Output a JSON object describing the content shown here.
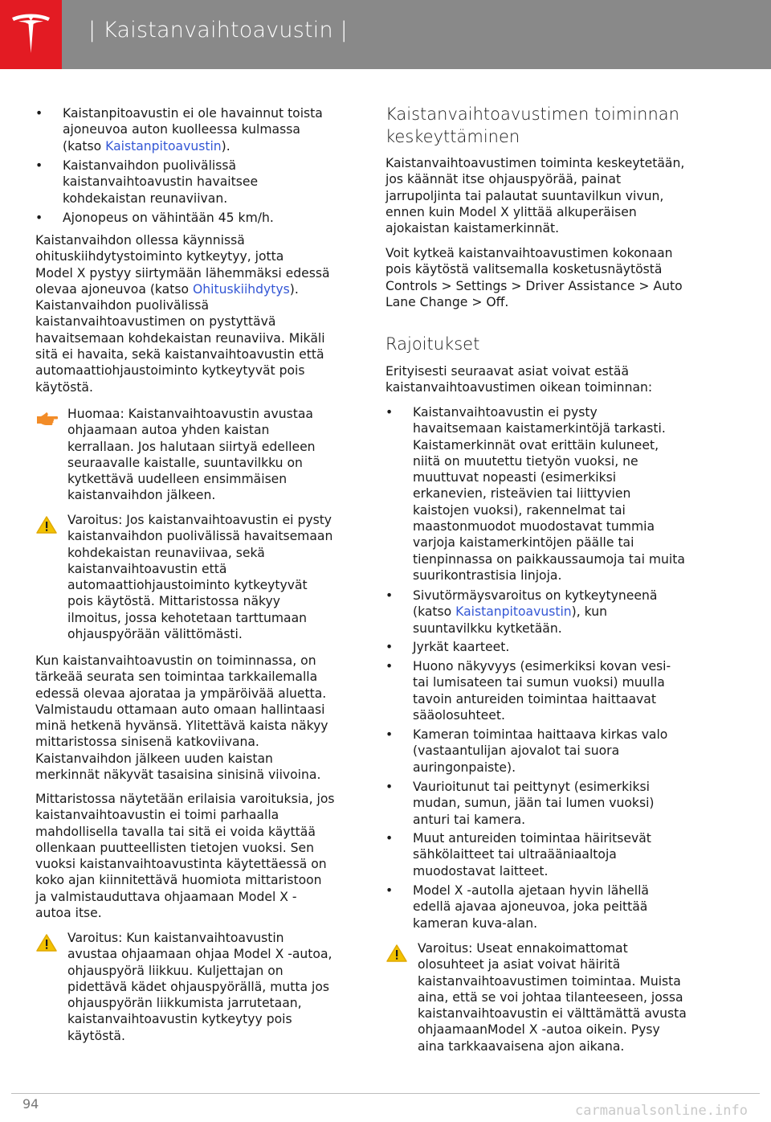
{
  "header": {
    "title": "| Kaistanvaihtoavustin |"
  },
  "left": {
    "bullets": [
      [
        "Kaistanpitoavustin ei ole havainnut toista",
        "ajoneuvoa auton kuolleessa kulmassa"
      ],
      [
        "Kaistanvaihdon puolivälissä",
        "kaistanvaihtoavustin havaitsee",
        "kohdekaistan reunaviivan."
      ],
      [
        "Ajonopeus on vähintään 45 km/h."
      ]
    ],
    "bullet1_line3_pre": "(katso ",
    "bullet1_line3_link": "Kaistanpitoavustin",
    "bullet1_line3_post": ").",
    "para1": [
      "Kaistanvaihdon ollessa käynnissä",
      "ohituskiihdytystoiminto kytkeytyy, jotta",
      "Model X pystyy siirtymään lähemmäksi edessä"
    ],
    "para1_line4_pre": "olevaa ajoneuvoa (katso ",
    "para1_line4_link": "Ohituskiihdytys",
    "para1_line4_post": ").",
    "para1_rest": [
      "Kaistanvaihdon puolivälissä",
      "kaistanvaihtoavustimen on pystyttävä",
      "havaitsemaan kohdekaistan reunaviiva. Mikäli",
      "sitä ei havaita, sekä kaistanvaihtoavustin että",
      "automaattiohjaustoiminto kytkeytyvät pois",
      "käytöstä."
    ],
    "note1": [
      "Huomaa: Kaistanvaihtoavustin avustaa",
      "ohjaamaan autoa yhden kaistan",
      "kerrallaan. Jos halutaan siirtyä edelleen",
      "seuraavalle kaistalle, suuntavilkku on",
      "kytkettävä uudelleen ensimmäisen",
      "kaistanvaihdon jälkeen."
    ],
    "warn1": [
      "Varoitus: Jos kaistanvaihtoavustin ei pysty",
      "kaistanvaihdon puolivälissä havaitsemaan",
      "kohdekaistan reunaviivaa, sekä",
      "kaistanvaihtoavustin että",
      "automaattiohjaustoiminto kytkeytyvät",
      "pois käytöstä. Mittaristossa näkyy",
      "ilmoitus, jossa kehotetaan tarttumaan",
      "ohjauspyörään välittömästi."
    ],
    "para2": [
      "Kun kaistanvaihtoavustin on toiminnassa, on",
      "tärkeää seurata sen toimintaa tarkkailemalla",
      "edessä olevaa ajorataa ja ympäröivää aluetta.",
      "Valmistaudu ottamaan auto omaan hallintaasi",
      "minä hetkenä hyvänsä. Ylitettävä kaista näkyy",
      "mittaristossa sinisenä katkoviivana.",
      "Kaistanvaihdon jälkeen uuden kaistan",
      "merkinnät näkyvät tasaisina sinisinä viivoina."
    ],
    "para3": [
      "Mittaristossa näytetään erilaisia varoituksia, jos",
      "kaistanvaihtoavustin ei toimi parhaalla",
      "mahdollisella tavalla tai sitä ei voida käyttää",
      "ollenkaan puutteellisten tietojen vuoksi. Sen",
      "vuoksi kaistanvaihtoavustinta käytettäessä on",
      "koko ajan kiinnitettävä huomiota mittaristoon",
      "ja valmistauduttava ohjaamaan Model X -",
      "autoa itse."
    ],
    "warn2": [
      "Varoitus: Kun kaistanvaihtoavustin",
      "avustaa ohjaamaan ohjaa Model X -autoa,",
      "ohjauspyörä liikkuu. Kuljettajan on",
      "pidettävä kädet ohjauspyörällä, mutta jos",
      "ohjauspyörän liikkumista jarrutetaan,",
      "kaistanvaihtoavustin kytkeytyy pois",
      "käytöstä."
    ]
  },
  "right": {
    "h_stop": [
      "Kaistanvaihtoavustimen toiminnan",
      "keskeyttäminen"
    ],
    "stop_p1": [
      "Kaistanvaihtoavustimen toiminta keskeytetään,",
      "jos käännät itse ohjauspyörää, painat",
      "jarrupoljinta tai palautat suuntavilkun vivun,",
      "ennen kuin Model X ylittää alkuperäisen",
      "ajokaistan kaistamerkinnät."
    ],
    "stop_p2": [
      "Voit kytkeä kaistanvaihtoavustimen kokonaan",
      "pois käytöstä valitsemalla kosketusnäytöstä",
      "Controls > Settings > Driver Assistance > Auto",
      "Lane Change > Off."
    ],
    "h_limits": "Rajoitukset",
    "limits_intro": [
      "Erityisesti seuraavat asiat voivat estää",
      "kaistanvaihtoavustimen oikean toiminnan:"
    ],
    "limits": [
      [
        "Kaistanvaihtoavustin ei pysty",
        "havaitsemaan kaistamerkintöjä tarkasti.",
        "Kaistamerkinnät ovat erittäin kuluneet,",
        "niitä on muutettu tietyön vuoksi, ne",
        "muuttuvat nopeasti (esimerkiksi",
        "erkanevien, risteävien tai liittyvien",
        "kaistojen vuoksi), rakennelmat tai",
        "maastonmuodot muodostavat tummia",
        "varjoja kaistamerkintöjen päälle tai",
        "tienpinnassa on paikkaussaumoja tai muita",
        "suurikontrastisia linjoja."
      ],
      [
        "Sivutörmäysvaroitus on kytkeytyneenä"
      ],
      [
        "Jyrkät kaarteet."
      ],
      [
        "Huono näkyvyys (esimerkiksi kovan vesi-",
        "tai lumisateen tai sumun vuoksi) muulla",
        "tavoin antureiden toimintaa haittaavat",
        "sääolosuhteet."
      ],
      [
        "Kameran toimintaa haittaava kirkas valo",
        "(vastaantulijan ajovalot tai suora",
        "auringonpaiste)."
      ],
      [
        "Vaurioitunut tai peittynyt (esimerkiksi",
        "mudan, sumun, jään tai lumen vuoksi)",
        "anturi tai kamera."
      ],
      [
        "Muut antureiden toimintaa häiritsevät",
        "sähkölaitteet tai ultraääniaaltoja",
        "muodostavat laitteet."
      ],
      [
        "Model X -autolla ajetaan hyvin lähellä",
        "edellä ajavaa ajoneuvoa, joka peittää",
        "kameran kuva-alan."
      ]
    ],
    "limit2_line2_pre": "(katso ",
    "limit2_line2_link": "Kaistanpitoavustin",
    "limit2_line2_post": "), kun",
    "limit2_line3": "suuntavilkku kytketään.",
    "warn3": [
      "Varoitus: Useat ennakoimattomat",
      "olosuhteet ja asiat voivat häiritä",
      "kaistanvaihtoavustimen toimintaa. Muista",
      "aina, että se voi johtaa tilanteeseen, jossa",
      "kaistanvaihtoavustin ei välttämättä avusta",
      "ohjaamaanModel X -autoa oikein. Pysy",
      "aina tarkkaavaisena ajon aikana."
    ]
  },
  "footer": {
    "page_number": "94",
    "watermark": "carmanualsonline.info"
  },
  "icons": {
    "logo": "tesla-logo-icon",
    "note": "hand-pointer-icon",
    "warning": "warning-triangle-icon"
  },
  "colors": {
    "header": "#898989",
    "logo_bg": "#e31b23",
    "link": "#3457d5",
    "warning": "#f2c200"
  }
}
